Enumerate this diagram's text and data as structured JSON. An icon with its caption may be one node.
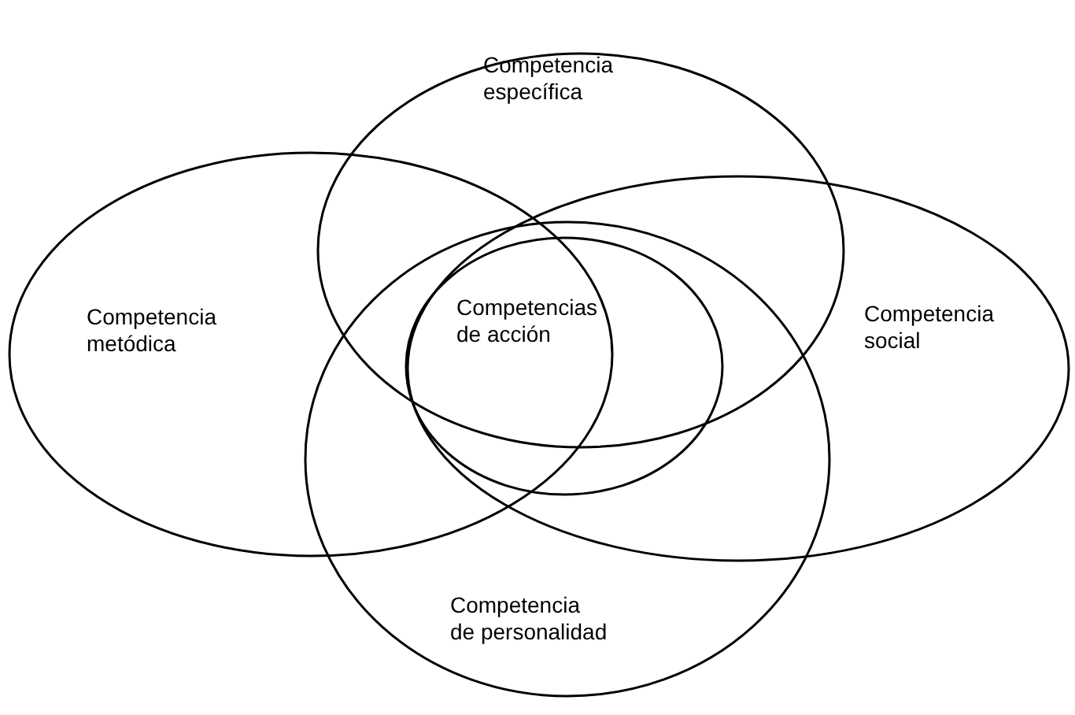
{
  "diagram": {
    "nodes": [
      {
        "text": [
          "Competencia específica"
        ]
      },
      {
        "text": [
          "Competencia metódica"
        ]
      },
      {
        "text": [
          "Competencias de acción"
        ]
      },
      {
        "text": [
          "Competencia social"
        ]
      },
      {
        "text": [
          "Competencia de personalidad"
        ]
      }
    ]
  }
}
